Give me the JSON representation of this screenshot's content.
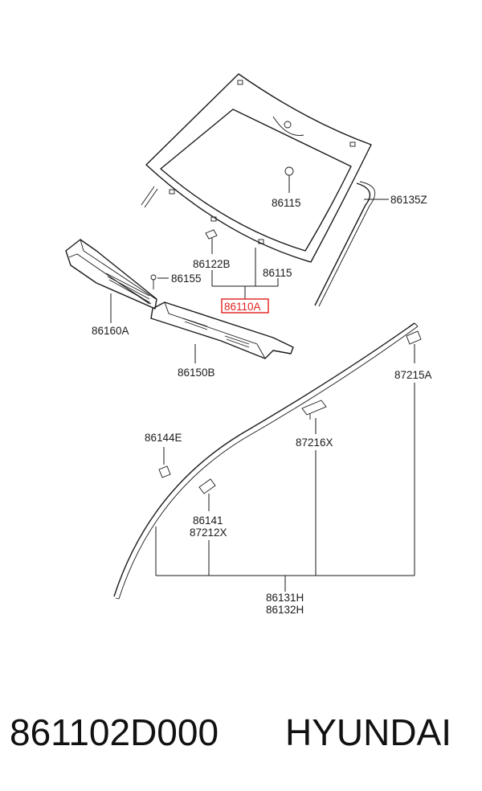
{
  "callouts": {
    "c86115_top": "86115",
    "c86135Z": "86135Z",
    "c86122B": "86122B",
    "c86115_mid": "86115",
    "c86155": "86155",
    "c86110A": "86110A",
    "c86160A": "86160A",
    "c86150B": "86150B",
    "c87215A": "87215A",
    "c86144E": "86144E",
    "c87216X": "87216X",
    "c86141": "86141",
    "c87212X": "87212X",
    "c86131H": "86131H",
    "c86132H": "86132H"
  },
  "highlight": {
    "color": "#e0201c",
    "part": "86110A"
  },
  "footer": {
    "part_number": "861102D000",
    "brand": "HYUNDAI"
  }
}
